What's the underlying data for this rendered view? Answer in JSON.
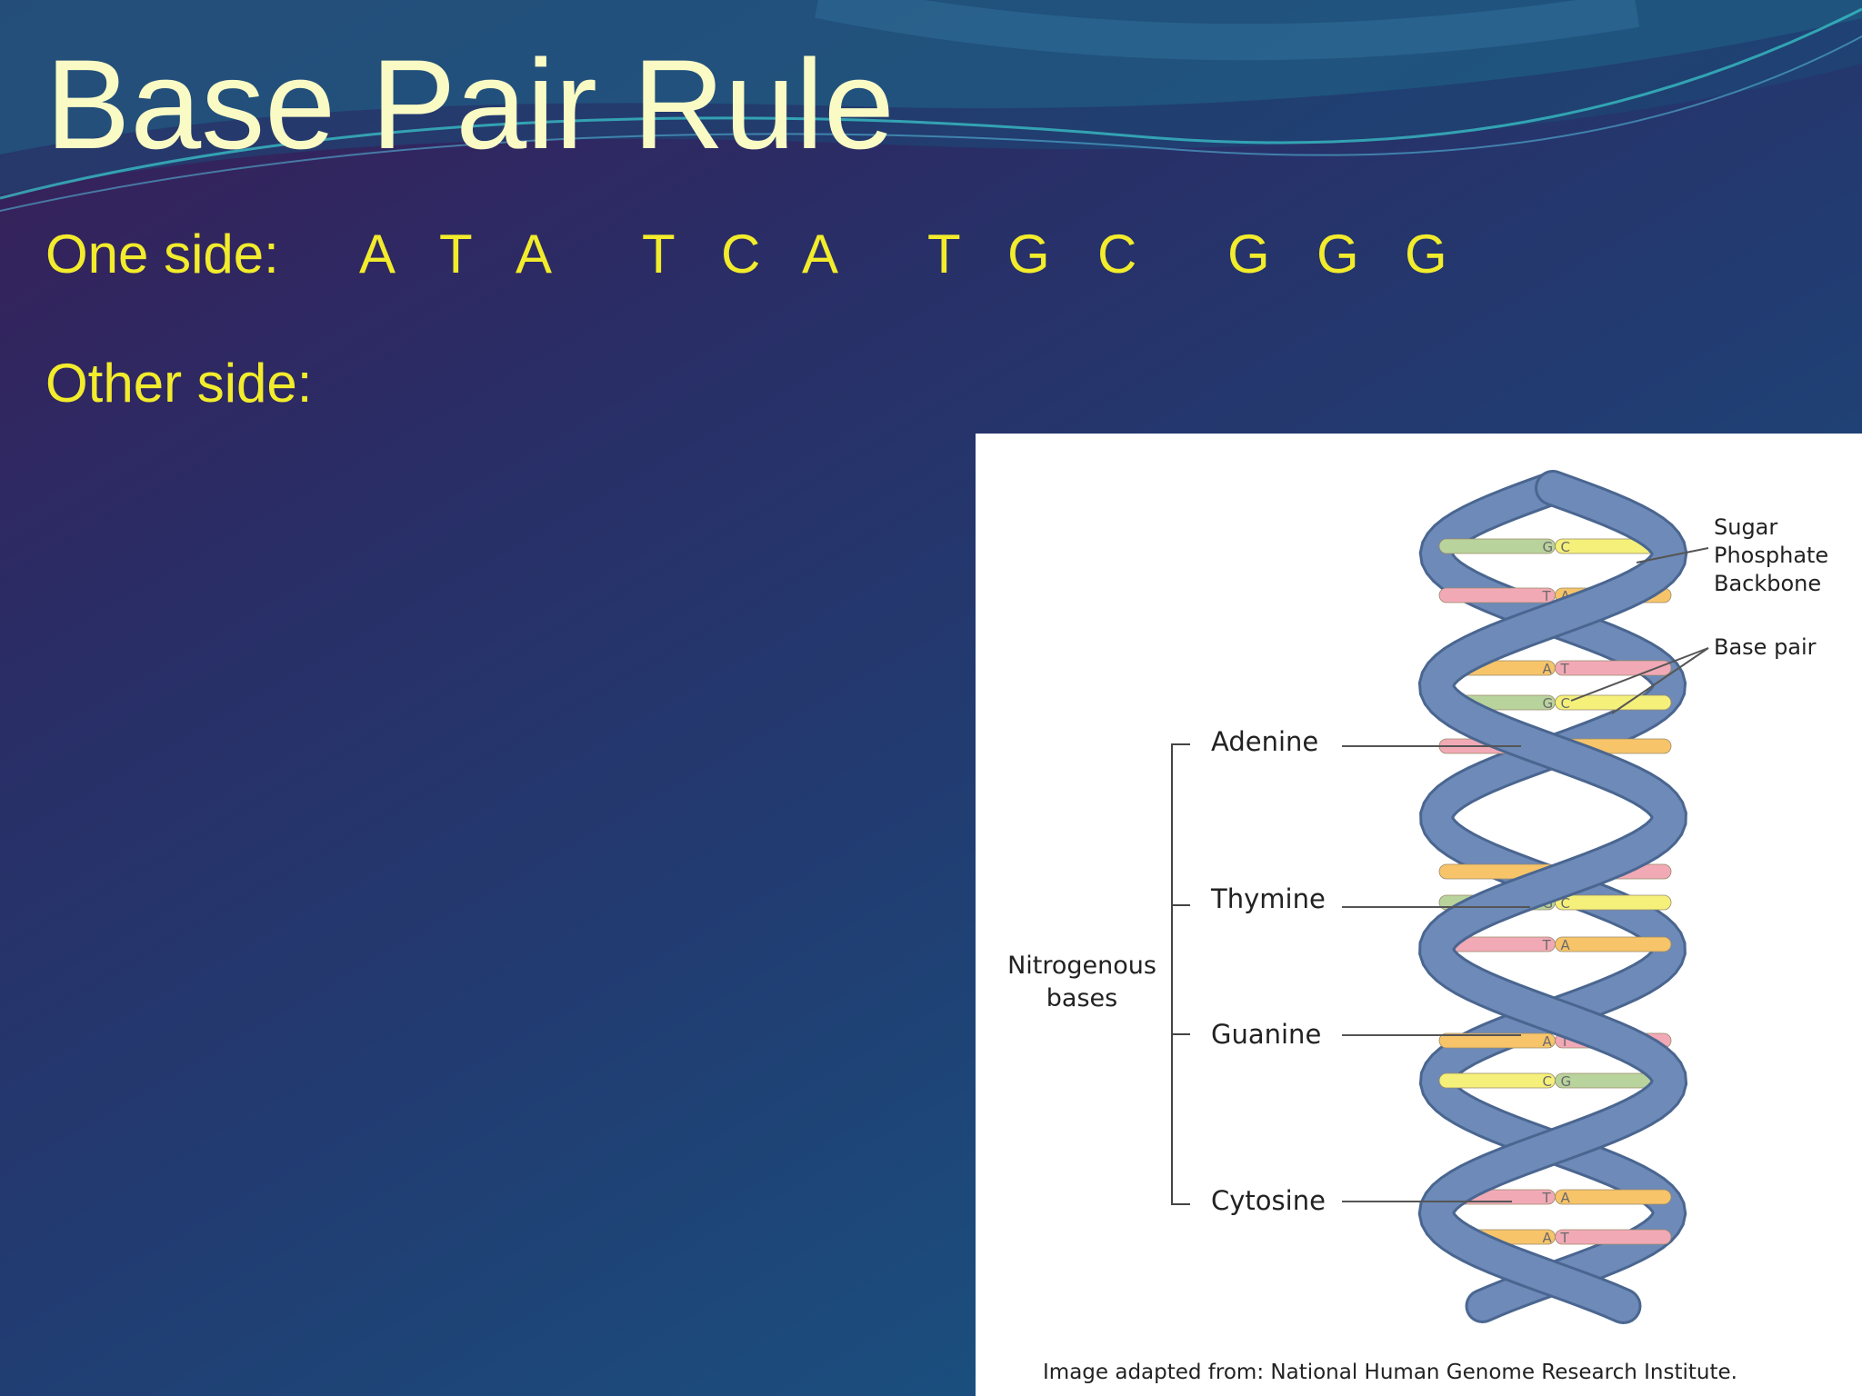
{
  "slide": {
    "title": "Base Pair Rule",
    "one_side_label": "One side:",
    "one_side_bases": [
      "A",
      "T",
      "A",
      "T",
      "C",
      "A",
      "T",
      "G",
      "C",
      "G",
      "G",
      "G"
    ],
    "other_side_label": "Other side:"
  },
  "figure": {
    "backbone_label": [
      "Sugar",
      "Phosphate",
      "Backbone"
    ],
    "base_pair_label": "Base pair",
    "group_label": [
      "Nitrogenous",
      "bases"
    ],
    "bases": [
      "Adenine",
      "Thymine",
      "Guanine",
      "Cytosine"
    ],
    "rung_letters": [
      [
        "G",
        "C"
      ],
      [
        "T",
        "A"
      ],
      [
        "A",
        "T"
      ],
      [
        "G",
        "C"
      ],
      [
        "T",
        "A"
      ],
      [
        "A",
        "T"
      ],
      [
        "G",
        "C"
      ],
      [
        "T",
        "A"
      ],
      [
        "A",
        "T"
      ],
      [
        "C",
        "G"
      ],
      [
        "T",
        "A"
      ],
      [
        "A",
        "T"
      ]
    ],
    "credit": "Image adapted from: National Human Genome Research Institute.",
    "colors": {
      "backbone": "#6d8ab8",
      "adenine": "#f7c46a",
      "thymine": "#f2a9b6",
      "guanine": "#b9d39c",
      "cytosine": "#f4f07a"
    }
  },
  "theme": {
    "title_color": "#fafac4",
    "text_color": "#f2ec2c"
  }
}
